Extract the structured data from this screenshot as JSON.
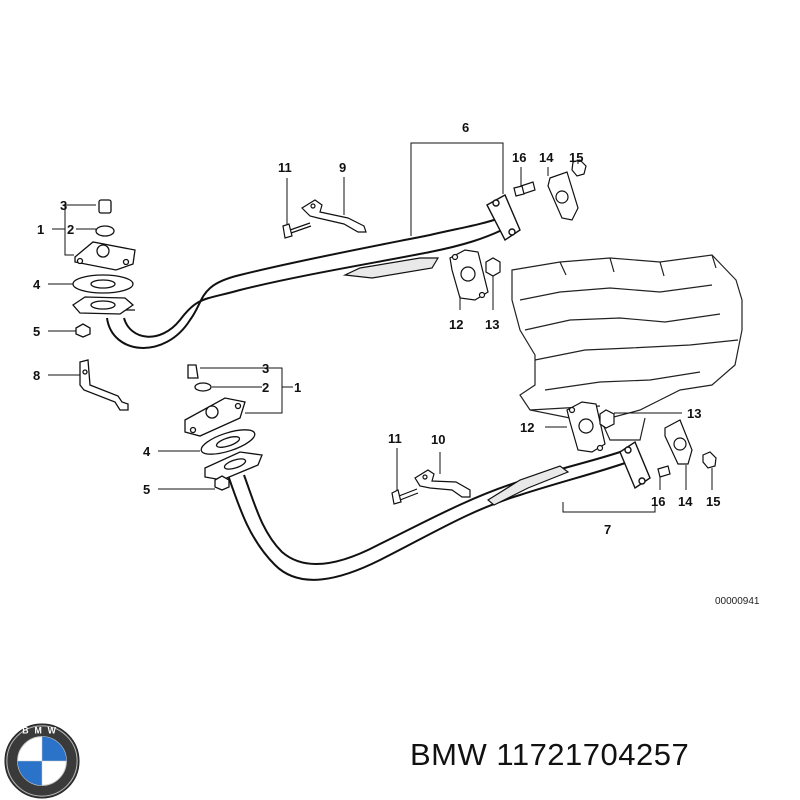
{
  "diagram": {
    "reference_code": "00000941",
    "callouts": {
      "n1a": "1",
      "n2a": "2",
      "n3a": "3",
      "n4a": "4",
      "n5a": "5",
      "n1b": "1",
      "n2b": "2",
      "n3b": "3",
      "n4b": "4",
      "n5b": "5",
      "n6": "6",
      "n7": "7",
      "n8": "8",
      "n9": "9",
      "n10": "10",
      "n11a": "11",
      "n11b": "11",
      "n12a": "12",
      "n12b": "12",
      "n13a": "13",
      "n13b": "13",
      "n14a": "14",
      "n14b": "14",
      "n15a": "15",
      "n15b": "15",
      "n16a": "16",
      "n16b": "16"
    }
  },
  "footer": {
    "brand": "BMW",
    "part_number": "11721704257",
    "logo_letters": "BMW",
    "logo_icon": "bmw-roundel-icon"
  }
}
